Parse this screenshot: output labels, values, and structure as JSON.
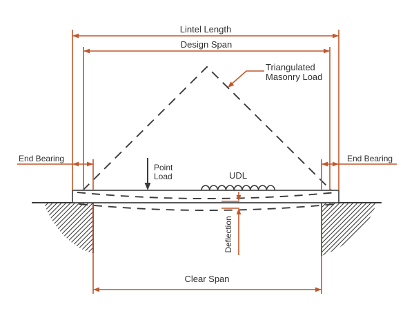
{
  "diagram": {
    "labels": {
      "lintel_length": "Lintel Length",
      "design_span": "Design Span",
      "triangulated_masonry_load_line1": "Triangulated",
      "triangulated_masonry_load_line2": "Masonry Load",
      "end_bearing_left": "End Bearing",
      "end_bearing_right": "End Bearing",
      "point_load_line1": "Point",
      "point_load_line2": "Load",
      "udl": "UDL",
      "deflection": "Deflection",
      "clear_span": "Clear Span"
    },
    "colors": {
      "dimension_accent": "#c2572a",
      "ink": "#3a3a3a",
      "label_ink": "#2f2f2f",
      "background": "#ffffff"
    }
  }
}
